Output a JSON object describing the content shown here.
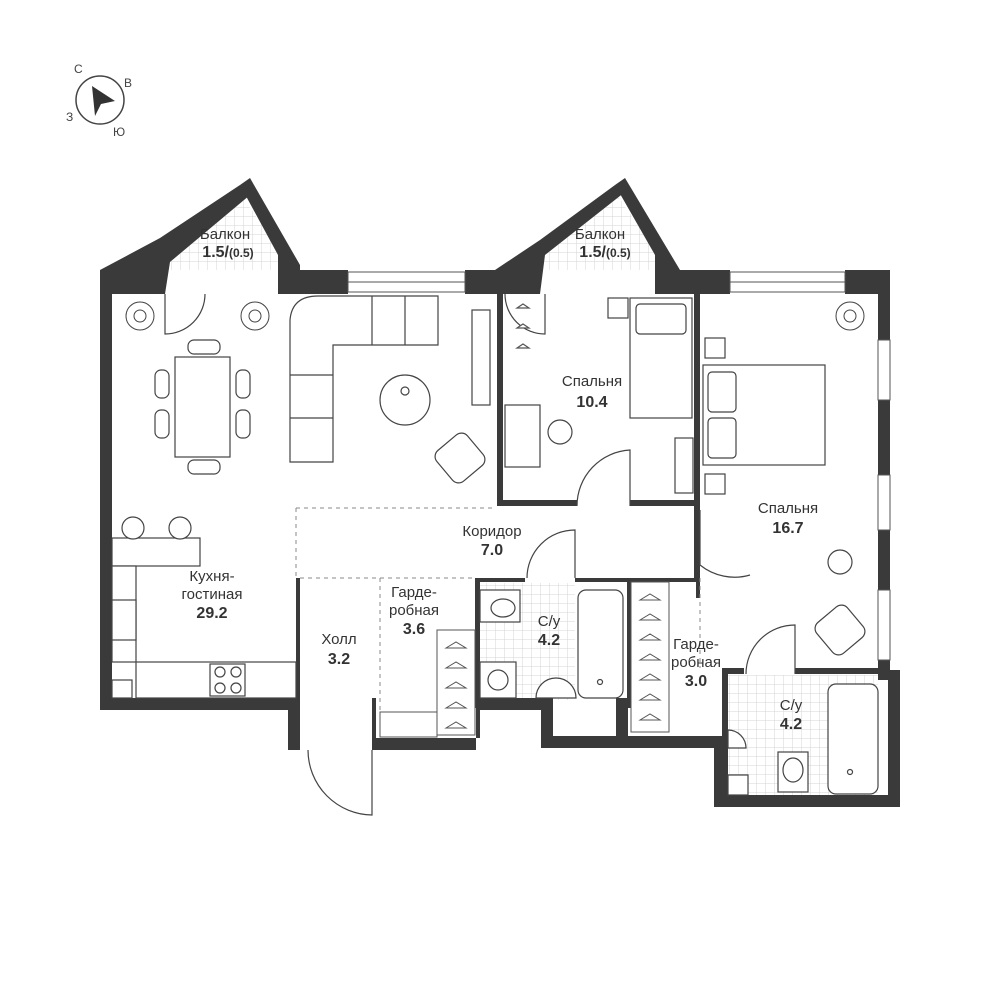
{
  "compass": {
    "n": "С",
    "e": "В",
    "w": "З",
    "s": "Ю",
    "icon": "compass-arrow-icon"
  },
  "rooms": {
    "balcony_left": {
      "name": "Балкон",
      "area": "1.5",
      "area_sub": "(0.5)"
    },
    "balcony_right": {
      "name": "Балкон",
      "area": "1.5",
      "area_sub": "(0.5)"
    },
    "kitchen_living": {
      "name_line1": "Кухня-",
      "name_line2": "гостиная",
      "area": "29.2"
    },
    "bedroom_small": {
      "name": "Спальня",
      "area": "10.4"
    },
    "bedroom_large": {
      "name": "Спальня",
      "area": "16.7"
    },
    "corridor": {
      "name": "Коридор",
      "area": "7.0"
    },
    "hall": {
      "name": "Холл",
      "area": "3.2"
    },
    "wardrobe_left": {
      "name_line1": "Гарде-",
      "name_line2": "робная",
      "area": "3.6"
    },
    "wardrobe_right": {
      "name_line1": "Гарде-",
      "name_line2": "робная",
      "area": "3.0"
    },
    "bathroom_center": {
      "name": "С/у",
      "area": "4.2"
    },
    "bathroom_right": {
      "name": "С/у",
      "area": "4.2"
    }
  },
  "colors": {
    "wall": "#3a3a3a",
    "line": "#555555",
    "tile": "#d6d6d6",
    "text": "#333333"
  }
}
